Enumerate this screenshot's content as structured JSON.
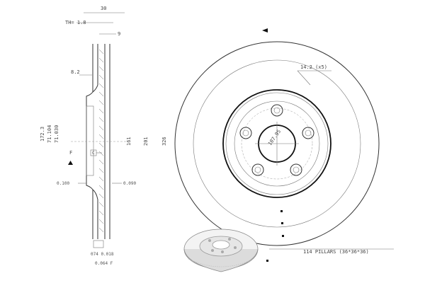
{
  "labels": {
    "width_overall": "30",
    "th_min": "TH= 1.8",
    "flange": "9",
    "hat_offset": "8.2",
    "dim_a": "172.3",
    "dim_b": "71.104",
    "dim_c": "71.030",
    "dim_161": "161",
    "dim_201": "201",
    "dim_326": "326",
    "runout_left": "0.100",
    "runout_right": "0.090",
    "tol_1": "074 0.018",
    "tol_2": "0.064 F",
    "pcd": "14.2 (x5)",
    "center_bore": "107.95",
    "pillars": "114 PILLARS (36*36*36)",
    "datum_f": "F",
    "datum_c": "C"
  },
  "colors": {
    "line": "#333333",
    "thick_line": "#111111",
    "marker": "#111111"
  }
}
